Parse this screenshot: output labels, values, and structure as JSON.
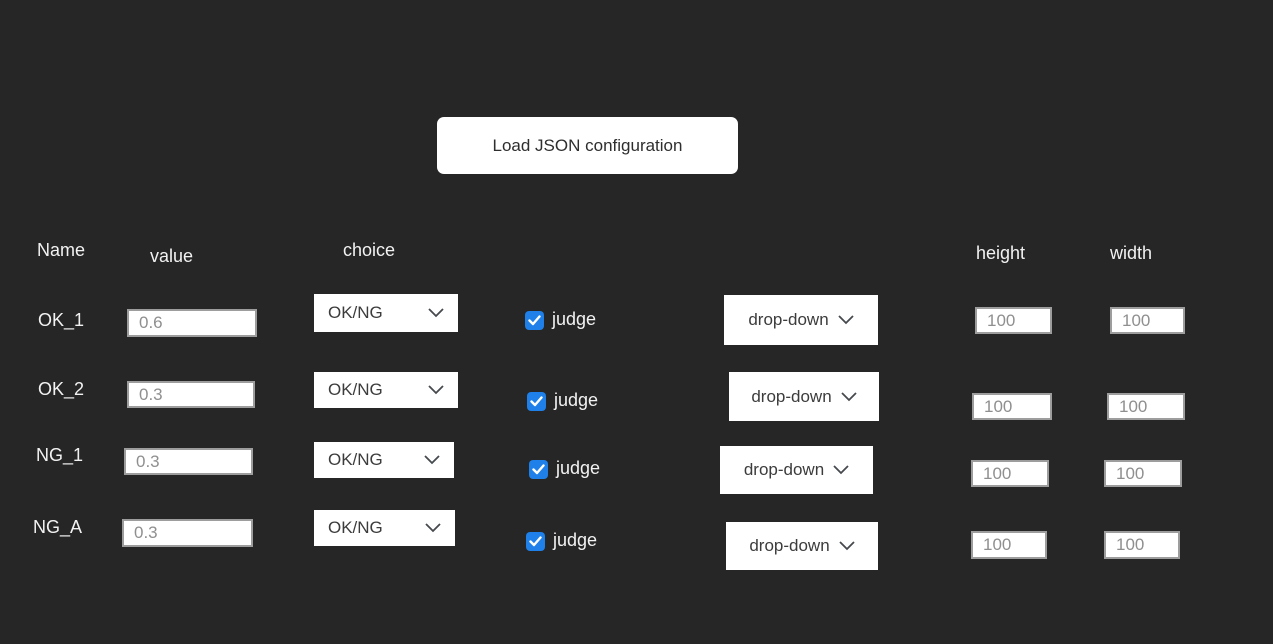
{
  "button": {
    "label": "Load JSON configuration"
  },
  "headers": {
    "name": "Name",
    "value": "value",
    "choice": "choice",
    "height": "height",
    "width": "width"
  },
  "rows": [
    {
      "name": "OK_1",
      "value": "0.6",
      "choice": "OK/NG",
      "judge_checked": true,
      "judge_label": "judge",
      "dropdown": "drop-down",
      "height": "100",
      "width": "100"
    },
    {
      "name": "OK_2",
      "value": "0.3",
      "choice": "OK/NG",
      "judge_checked": true,
      "judge_label": "judge",
      "dropdown": "drop-down",
      "height": "100",
      "width": "100"
    },
    {
      "name": "NG_1",
      "value": "0.3",
      "choice": "OK/NG",
      "judge_checked": true,
      "judge_label": "judge",
      "dropdown": "drop-down",
      "height": "100",
      "width": "100"
    },
    {
      "name": "NG_A",
      "value": "0.3",
      "choice": "OK/NG",
      "judge_checked": true,
      "judge_label": "judge",
      "dropdown": "drop-down",
      "height": "100",
      "width": "100"
    }
  ],
  "colors": {
    "background": "#262626",
    "accent_blue": "#1e80e8"
  }
}
